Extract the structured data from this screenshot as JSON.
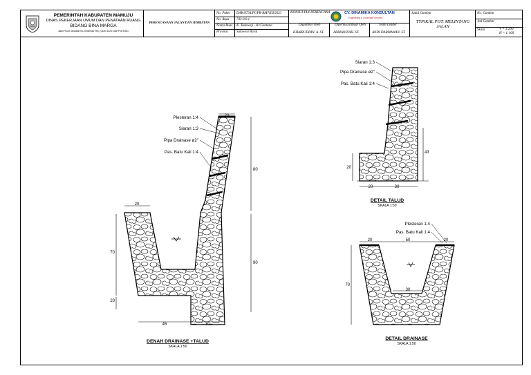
{
  "government": {
    "line1": "PEMERINTAH KABUPATEN MAMUJU",
    "line2": "DINAS PEKERJAAN UMUM DAN PENATAAN RUANG",
    "line3": "BIDANG BINA MARGA",
    "line4": "Jalan H.A.M. Abdullah No. 8 Mamuju Telp. (0426) 2325 Kode Pos 91511"
  },
  "project": {
    "title": "PERENCANAAN JALAN DAN JEMBATAN"
  },
  "info": {
    "paket_label": "No. Paket",
    "paket_value": "DAK/0734/PUPR-BM/VIII/2023",
    "ruas_label": "No. Ruas",
    "ruas_value": "743-0.0.1",
    "nama_ruas_label": "Nama Ruas",
    "nama_ruas_value": "K. Tadawaji - Kr.Gentuna",
    "provinsi_label": "Provinsi",
    "provinsi_value": "Sulawesi Barat"
  },
  "consultant": {
    "label": "KONSULTAN PERENCANA",
    "name": "CV. DINAMIKA KONSULTAN",
    "tagline": "Engineering & Consultant Services"
  },
  "approvals": {
    "diperiksa_label": "Digambar Oleh",
    "diperiksa_name": "KHAIRUDDIN. A. ST.",
    "disetujui_label": "Diperiksa/dibuat Oleh",
    "disetujui_name": "ABRIANSYAH. ST.",
    "team_label": "Team Leader",
    "team_name": "ANDI DARMAWAN. ST."
  },
  "drawing_title": {
    "label": "Judul Gambar",
    "line1": "TYPIKAL POT. MELINTANG",
    "line2": "JALAN"
  },
  "sheet_meta": {
    "no_label": "No. Gambar",
    "no_value": "",
    "jml_label": "Jml Gambar",
    "jml_value": "",
    "skala_label": "Skala",
    "skala_h": "V = 1:200",
    "skala_v": "H = 1:100"
  },
  "details": {
    "denah": {
      "title": "DENAH DRAINASE +TALUD",
      "scale": "SKALA 1:50",
      "labels": [
        "Plesteran 1:4",
        "Siaran 1:3",
        "Pipa Drainase ø2\"",
        "Pas. Batu Kali 1:4"
      ],
      "dims": [
        "20",
        "20",
        "70",
        "20",
        "80",
        "90",
        "45",
        "30"
      ]
    },
    "talud": {
      "title": "DETAIL TALUD",
      "scale": "SKALA 1:50",
      "labels": [
        "Siaran 1:3",
        "Pipa Drainase ø2\"",
        "Pas. Batu Kali 1:4"
      ],
      "dims": [
        "43",
        "20",
        "20",
        "30"
      ]
    },
    "drainase": {
      "title": "DETAIL DRAINASE",
      "scale": "SKALA 1:50",
      "labels": [
        "Plesteran 1:4",
        "Pas. Batu Kali 1:4"
      ],
      "dims": [
        "20",
        "50",
        "20",
        "70",
        "30"
      ]
    }
  },
  "colors": {
    "line": "#000000",
    "stone_fill": "#ffffff"
  }
}
